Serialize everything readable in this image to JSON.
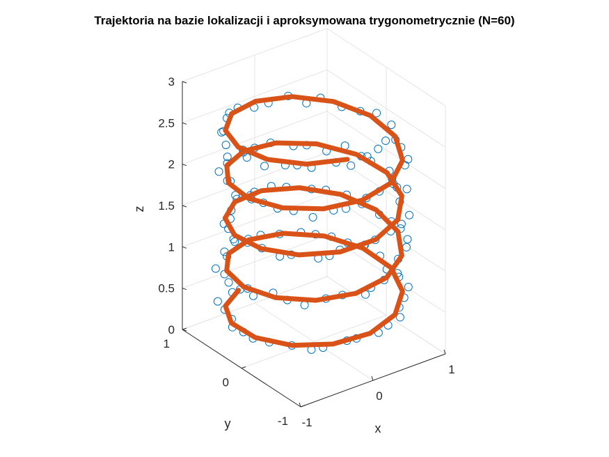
{
  "chart_data": {
    "type": "line3d",
    "title": "Trajektoria na bazie lokalizacji i aproksymowana trygonometrycznie (N=60)",
    "xlabel": "x",
    "ylabel": "y",
    "zlabel": "z",
    "xlim": [
      -1,
      1
    ],
    "ylim": [
      -1,
      1
    ],
    "zlim": [
      0,
      3
    ],
    "x_ticks": [
      "-1",
      "0",
      "1"
    ],
    "y_ticks": [
      "-1",
      "0",
      "1"
    ],
    "z_ticks": [
      "0",
      "0.5",
      "1",
      "1.5",
      "2",
      "2.5",
      "3"
    ],
    "grid": true,
    "series": [
      {
        "kind": "scatter",
        "marker": "circle-open",
        "color": "#0072BD",
        "helix": {
          "turns": 4.5,
          "z_start": 0.3,
          "z_end": 2.75,
          "radius": 0.97,
          "points": 140,
          "noise": 0.07
        }
      },
      {
        "kind": "line",
        "color": "#D95319",
        "line_width": "thick",
        "helix": {
          "turns": 4.4,
          "z_start": 0.3,
          "z_end": 2.72,
          "radius": 0.95,
          "points": 60
        }
      }
    ]
  }
}
